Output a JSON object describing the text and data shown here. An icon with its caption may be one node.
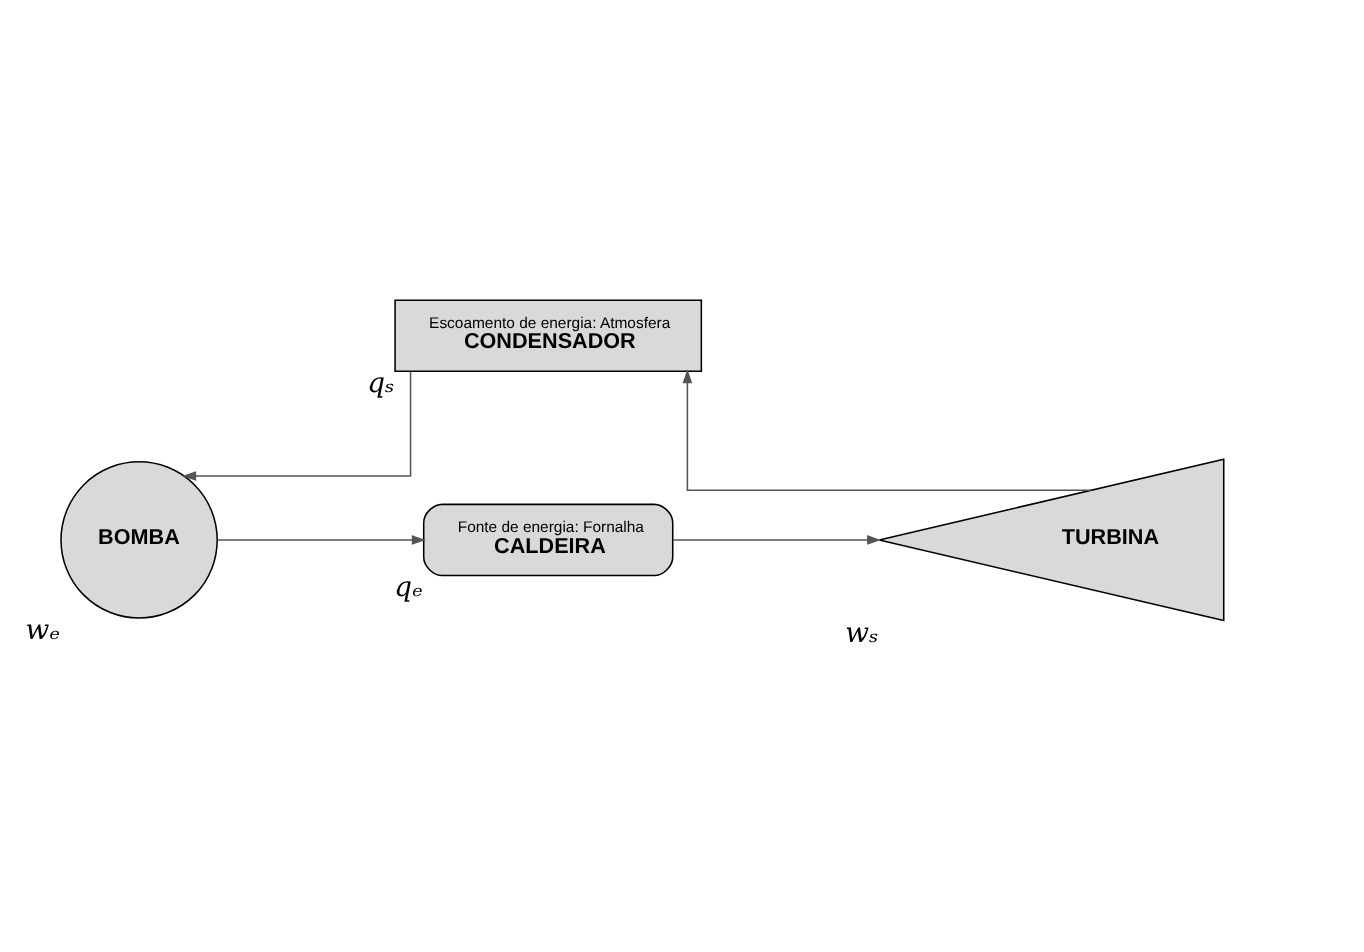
{
  "diagram": {
    "nodes": [
      {
        "text": [
          "Fonte de energia: Fornalha",
          "CALDEIRA"
        ],
        "beside": [
          "qₑ"
        ]
      },
      {
        "text": [
          "TURBINA"
        ],
        "beside": [
          "wₛ"
        ]
      },
      {
        "text": [
          "Escoamento de energia: Atmosfera",
          "CONDENSADOR"
        ],
        "beside": [
          "qₛ"
        ]
      },
      {
        "text": [
          "BOMBA"
        ],
        "beside": [
          "wₑ"
        ]
      }
    ],
    "edges": [
      {
        "from": 3,
        "to": 0,
        "arrow": "to"
      },
      {
        "from": 0,
        "to": 1,
        "arrow": "to"
      },
      {
        "from": 1,
        "to": 2,
        "arrow": "to"
      },
      {
        "from": 2,
        "to": 3,
        "arrow": "to"
      }
    ]
  }
}
